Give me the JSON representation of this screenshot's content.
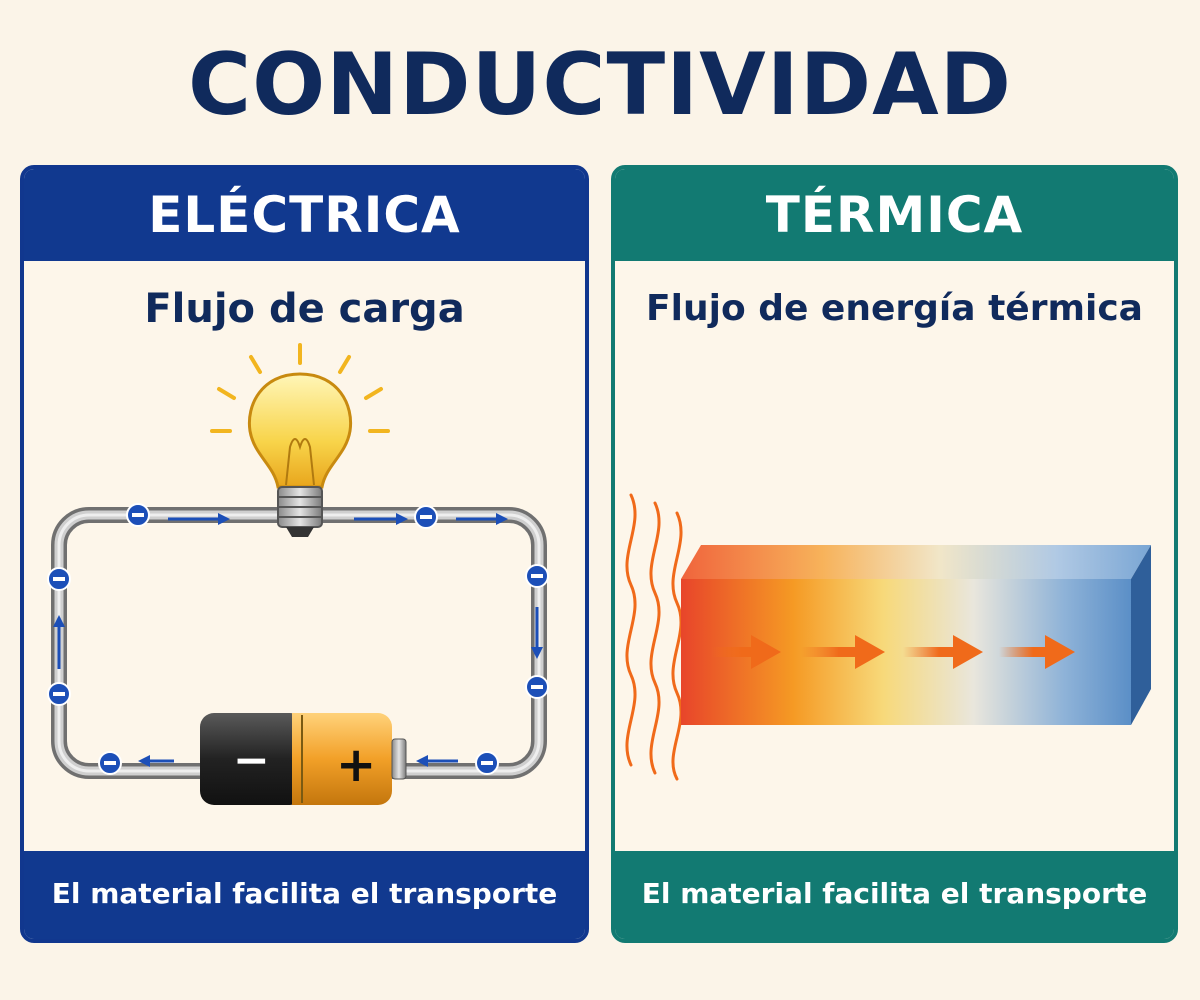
{
  "title": "CONDUCTIVIDAD",
  "panels": {
    "electrica": {
      "header": "ELÉCTRICA",
      "subtitle": "Flujo de carga",
      "footer": "El material facilita el transporte",
      "battery_negative": "−",
      "battery_positive": "+",
      "icons": [
        "light-bulb-icon",
        "battery-icon",
        "electron-icon",
        "arrow-icon"
      ]
    },
    "termica": {
      "header": "TÉRMICA",
      "subtitle": "Flujo de energía térmica",
      "footer": "El material facilita el transporte",
      "icons": [
        "heat-wave-icon",
        "arrow-icon"
      ]
    }
  },
  "colors": {
    "title": "#102a5c",
    "electrica_accent": "#11398f",
    "termica_accent": "#127a72",
    "background": "#fbf4e8",
    "hot": "#e8502a",
    "cold": "#5b8fc7",
    "electron": "#1c4fb8"
  }
}
